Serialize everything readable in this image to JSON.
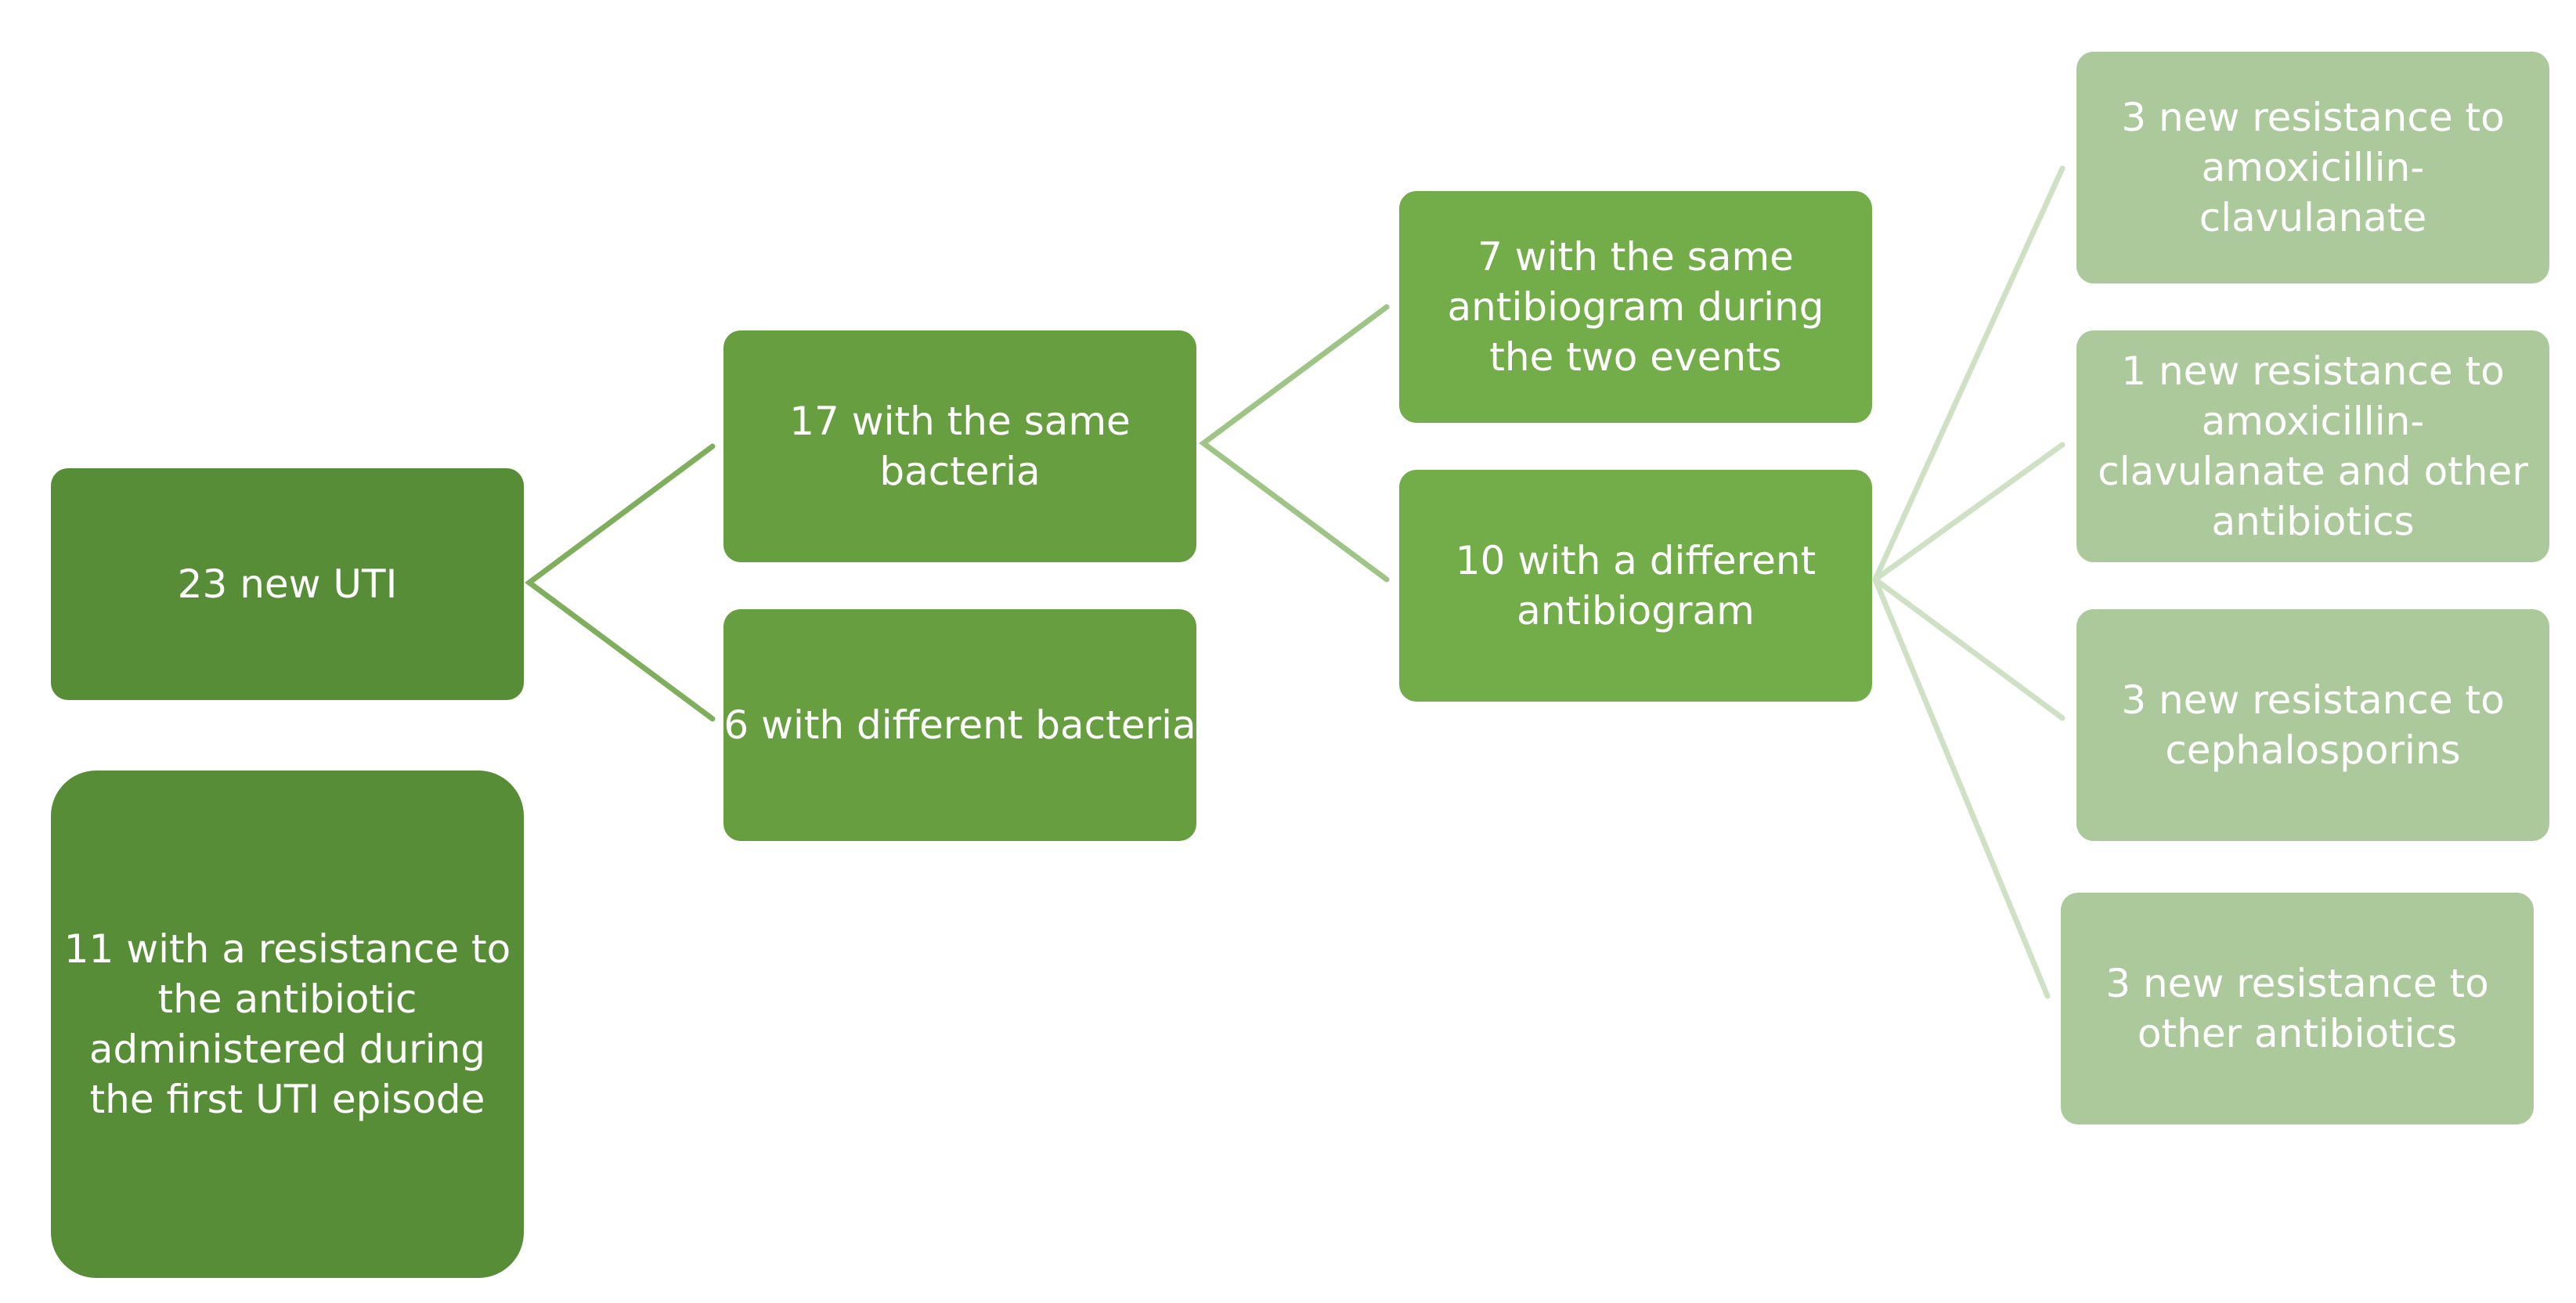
{
  "colors": {
    "level1": "#568d36",
    "level2": "#679e40",
    "level3": "#73ad4a",
    "level4": "#abc99b",
    "connector_dark": "#7fae5d",
    "connector_mid": "#9ec586",
    "connector_light": "#cfe1c4"
  },
  "nodes": {
    "root": "23 new UTI",
    "resistance_note": "11 with a resistance to the antibiotic administered during the first UTI episode",
    "same_bacteria": "17 with the same bacteria",
    "different_bacteria": "6 with different bacteria",
    "same_antibiogram": "7 with the same antibiogram during the two events",
    "different_antibiogram": "10 with a different antibiogram",
    "amox_clav": "3 new resistance to amoxicillin-clavulanate",
    "amox_clav_other": "1 new resistance to amoxicillin-clavulanate and other antibiotics",
    "cephalosporins": "3 new resistance to cephalosporins",
    "other_antibiotics": "3 new resistance to other antibiotics"
  }
}
